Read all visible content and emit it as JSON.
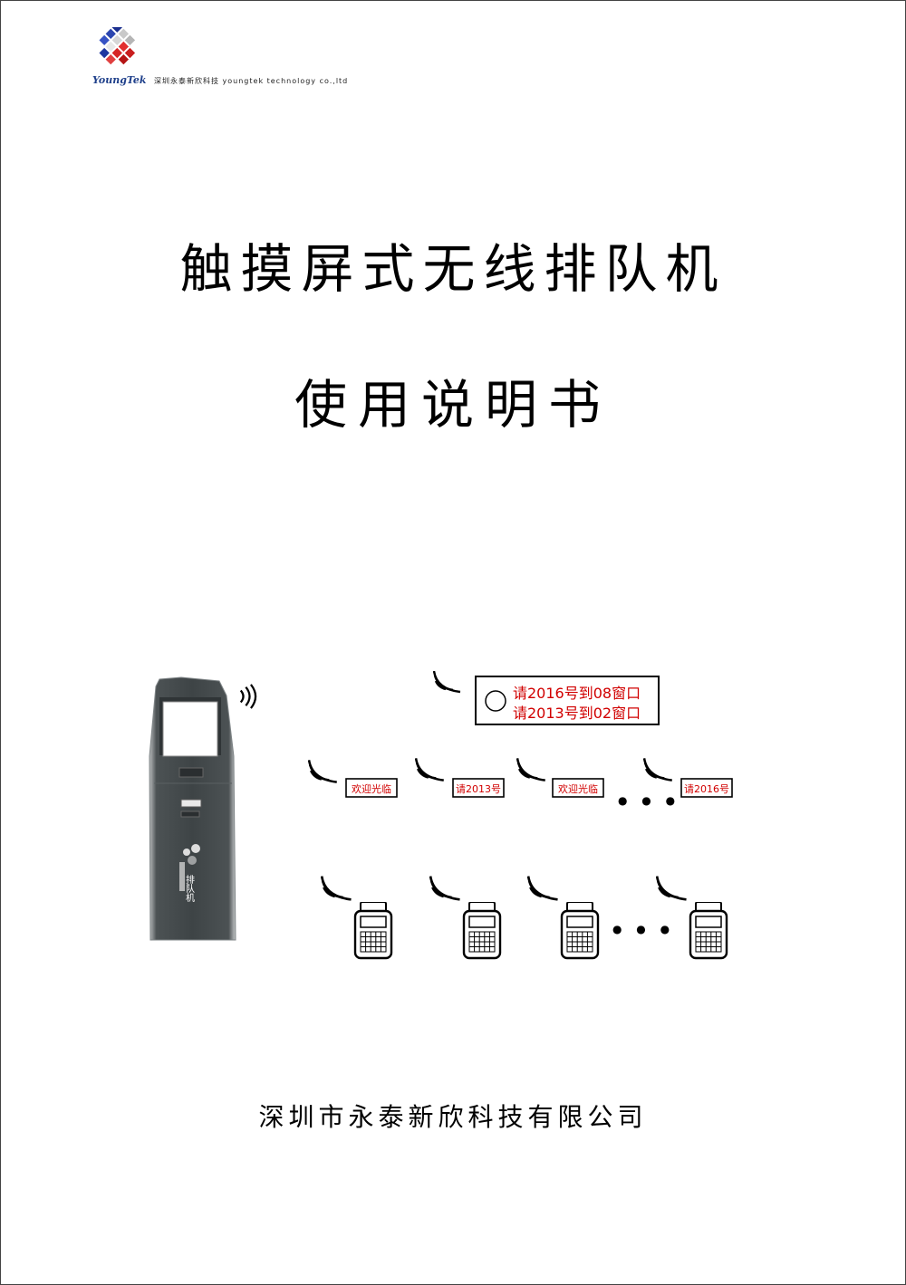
{
  "header": {
    "brand": "YoungTek",
    "company_line": "深圳永泰新欣科技 youngtek technology co.,ltd"
  },
  "title": {
    "line1": "触摸屏式无线排队机",
    "line2": "使用说明书"
  },
  "diagram": {
    "kiosk_label": "排队机",
    "main_display": {
      "line1": "请2016号到08窗口",
      "line2": "请2013号到02窗口"
    },
    "window_displays": [
      "欢迎光临",
      "请2013号",
      "欢迎光临",
      "请2016号"
    ],
    "ellipsis": "● ● ●"
  },
  "footer": {
    "company": "深圳市永泰新欣科技有限公司"
  }
}
